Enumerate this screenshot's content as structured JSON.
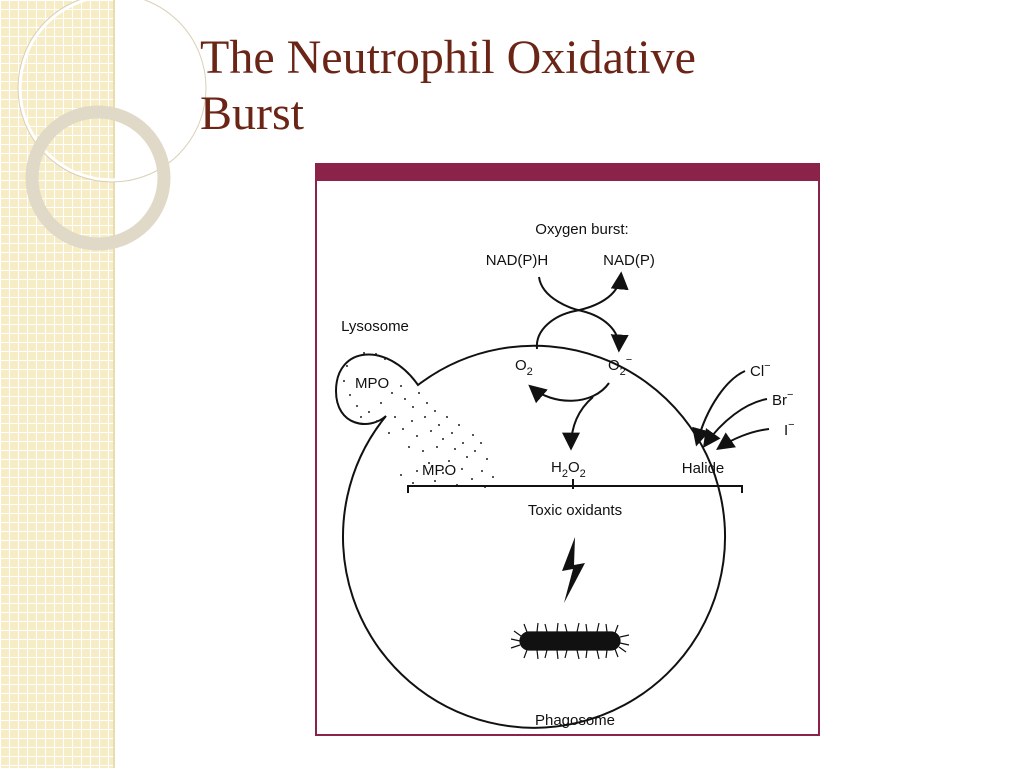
{
  "slide": {
    "title_line1": "The Neutrophil Oxidative",
    "title_line2": "Burst"
  },
  "colors": {
    "title": "#6b2517",
    "frame": "#8b2249",
    "background_band": "#f6ecc6"
  },
  "diagram": {
    "oxygen_burst": "Oxygen burst:",
    "nadph": "NAD(P)H",
    "nadp": "NAD(P)",
    "lysosome": "Lysosome",
    "mpo_lysosome": "MPO",
    "o2_label": "O",
    "o2_sub": "2",
    "superoxide_label": "O",
    "superoxide_sub": "2",
    "superoxide_sup": "−",
    "cl": "Cl",
    "br": "Br",
    "i": "I",
    "halide_charge": "−",
    "mpo_phagosome": "MPO",
    "h2o2_h": "H",
    "h2o2_sub1": "2",
    "h2o2_o": "O",
    "h2o2_sub2": "2",
    "halide": "Halide",
    "toxic_oxidants": "Toxic oxidants",
    "phagosome": "Phagosome"
  }
}
